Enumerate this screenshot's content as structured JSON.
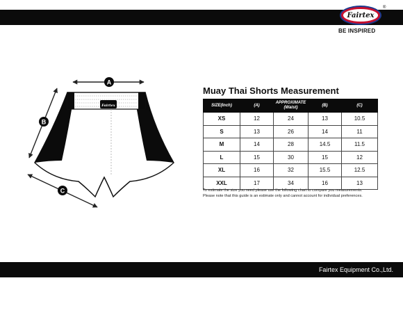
{
  "header": {
    "logo_text": "Fairtex",
    "tagline": "BE INSPIRED"
  },
  "diagram": {
    "label_a": "A",
    "label_b": "B",
    "label_c": "C",
    "waistband_logo": "Fairtex"
  },
  "chart": {
    "title": "Muay Thai Shorts Measurement",
    "headers": {
      "size": "SIZE(Inch)",
      "a": "(A)",
      "approx_line1": "APPROXIMATE",
      "approx_line2": "(Waist)",
      "b": "(B)",
      "c": "(C)"
    },
    "rows": [
      {
        "size": "XS",
        "a": "12",
        "waist": "24",
        "b": "13",
        "c": "10.5"
      },
      {
        "size": "S",
        "a": "13",
        "waist": "26",
        "b": "14",
        "c": "11"
      },
      {
        "size": "M",
        "a": "14",
        "waist": "28",
        "b": "14.5",
        "c": "11.5"
      },
      {
        "size": "L",
        "a": "15",
        "waist": "30",
        "b": "15",
        "c": "12"
      },
      {
        "size": "XL",
        "a": "16",
        "waist": "32",
        "b": "15.5",
        "c": "12.5"
      },
      {
        "size": "XXL",
        "a": "17",
        "waist": "34",
        "b": "16",
        "c": "13"
      }
    ],
    "note_line1": "To estimate the size you need please use the following chart to compare you measurements.",
    "note_line2": "Please note that this guide is an estimate only and cannot account for individual preferences."
  },
  "footer": {
    "company": "Fairtex Equipment Co.,Ltd."
  }
}
